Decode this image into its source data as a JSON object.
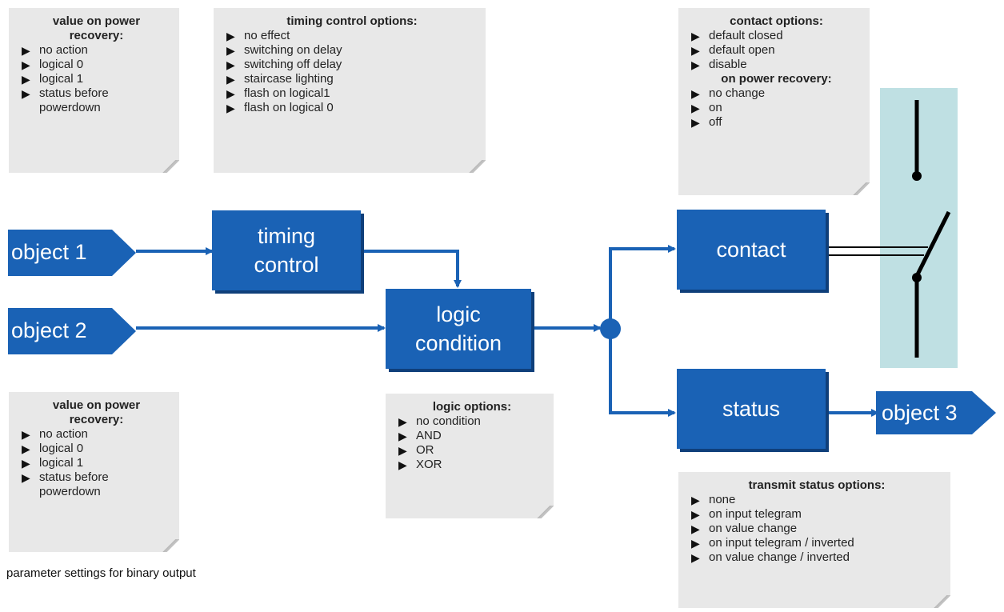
{
  "notes": {
    "value_recovery_top": {
      "title_line1": "value on power",
      "title_line2": "recovery:",
      "items": [
        "no action",
        "logical 0",
        "logical 1",
        "status before",
        "powerdown"
      ]
    },
    "timing_options": {
      "title": "timing control options:",
      "items": [
        "no effect",
        "switching on delay",
        "switching off delay",
        "staircase lighting",
        "flash on logical1",
        "flash on logical 0"
      ]
    },
    "contact_options": {
      "title": "contact options:",
      "items": [
        "default closed",
        "default open",
        "disable"
      ],
      "subtitle": "on power recovery:",
      "sub_items": [
        "no change",
        "on",
        "off"
      ]
    },
    "value_recovery_bottom": {
      "title_line1": "value on power",
      "title_line2": "recovery:",
      "items": [
        "no action",
        "logical 0",
        "logical 1",
        "status before",
        "powerdown"
      ]
    },
    "logic_options": {
      "title": "logic options:",
      "items": [
        "no condition",
        "AND",
        "OR",
        "XOR"
      ]
    },
    "transmit_options": {
      "title": "transmit status options:",
      "items": [
        "none",
        "on input telegram",
        "on value change",
        "on input telegram / inverted",
        "on value change / inverted"
      ]
    }
  },
  "bullet_glyph": "▶",
  "objects": {
    "object1": "object 1",
    "object2": "object 2",
    "object3": "object 3"
  },
  "blocks": {
    "timing_line1": "timing",
    "timing_line2": "control",
    "logic_line1": "logic",
    "logic_line2": "condition",
    "contact": "contact",
    "status": "status"
  },
  "caption": "parameter settings for binary output",
  "colors": {
    "block_blue": "#1a62b5",
    "arrow_blue": "#1a62b5",
    "note_gray": "#e8e8e8",
    "switch_panel": "#bfe0e3"
  }
}
